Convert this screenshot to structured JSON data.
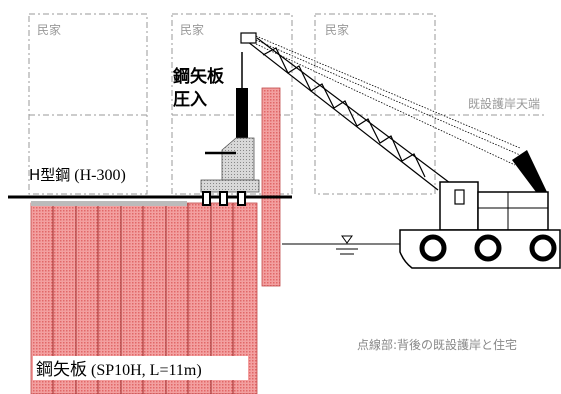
{
  "labels": {
    "house_left": "民家",
    "house_center": "民家",
    "house_right": "民家",
    "press_in": [
      "鋼矢板",
      "圧入"
    ],
    "seawall_top": "既設護岸天端",
    "h_beam_prefix": "H型鋼",
    "h_beam_spec": " (H-300)",
    "dotted_note": "点線部:背後の既設護岸と住宅",
    "sheet_pile_prefix": "鋼矢板",
    "sheet_pile_spec": " (SP10H, L=11m)"
  },
  "colors": {
    "pile_fill": "#f08a8a",
    "pile_line": "#d04040",
    "dashed": "#999999",
    "line": "#000000",
    "gray": "#cccccc"
  }
}
